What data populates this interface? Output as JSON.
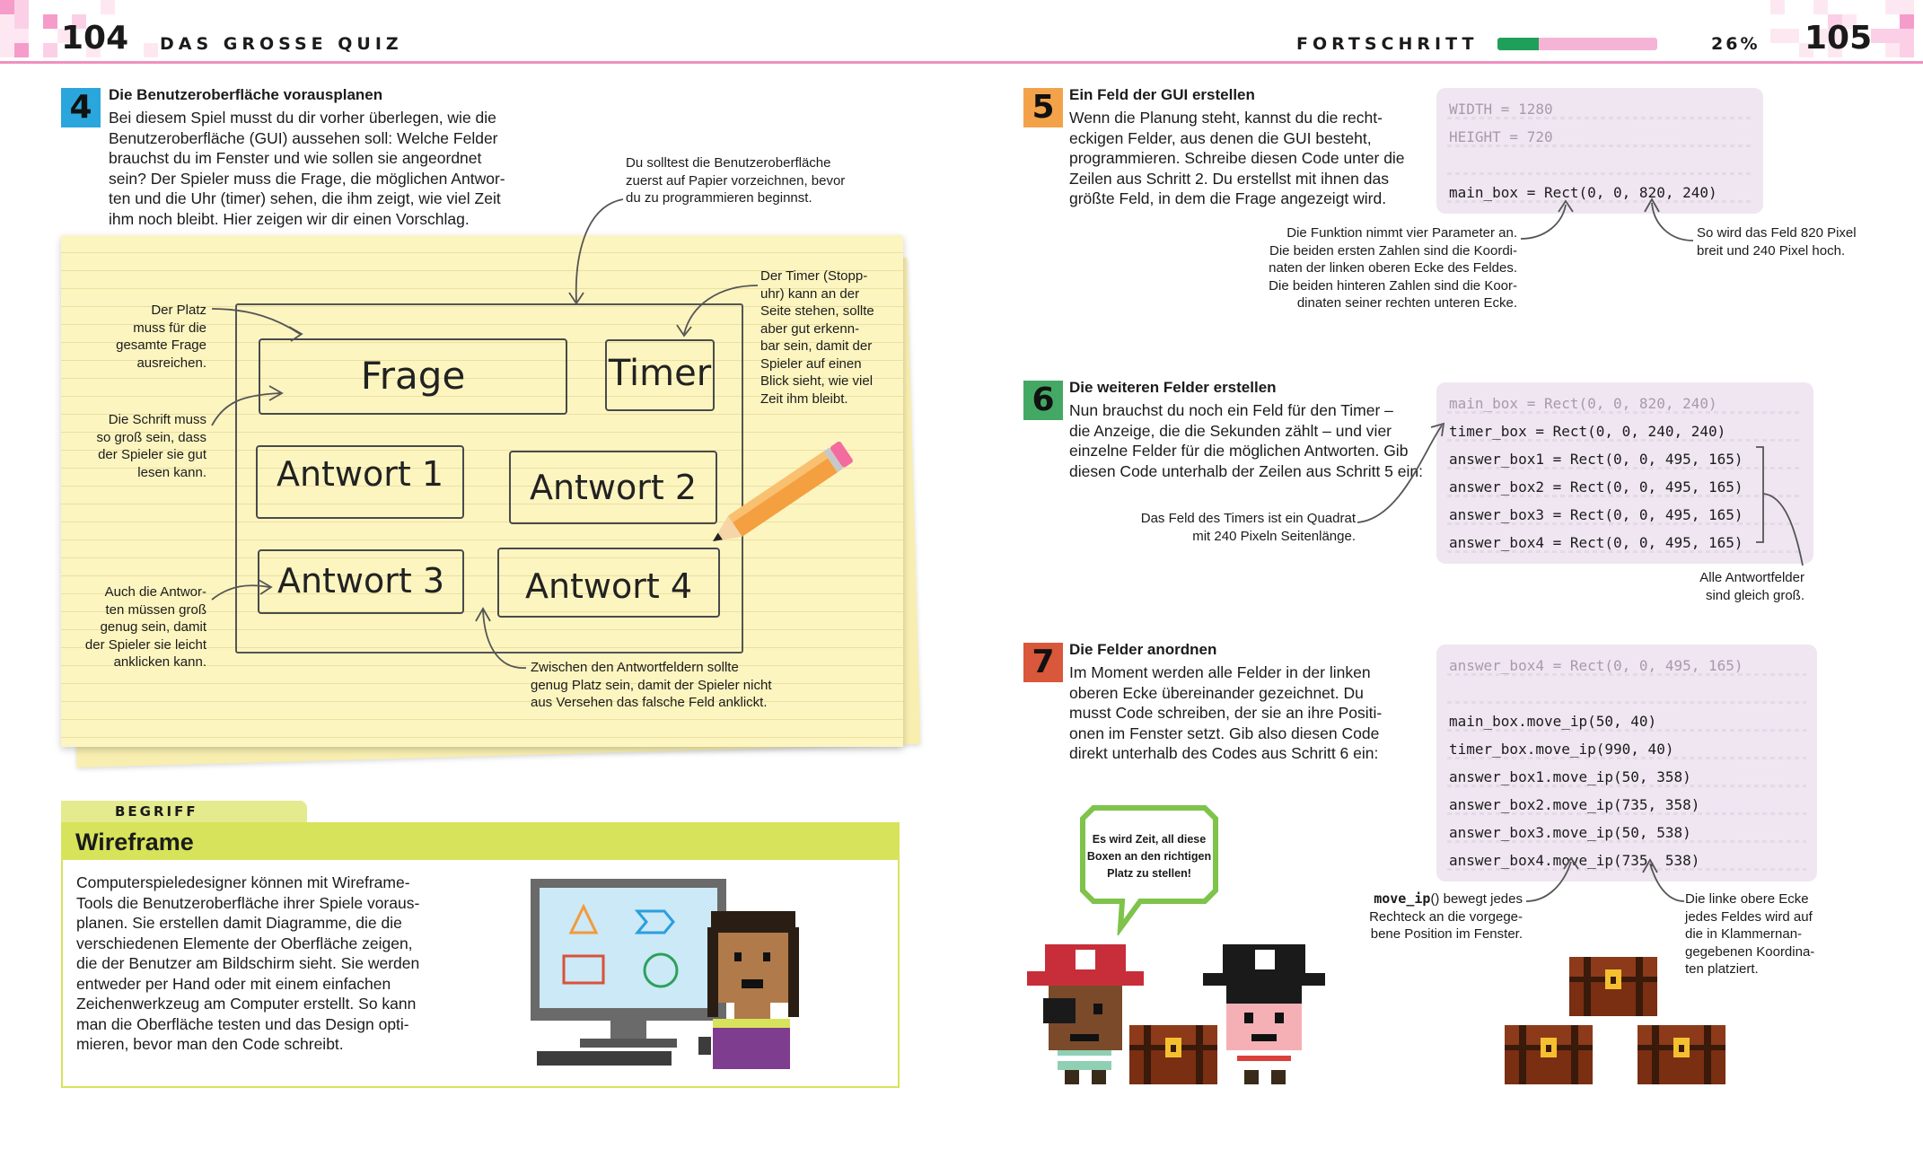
{
  "header": {
    "left_page_number": "104",
    "left_title": "DAS GROSSE QUIZ",
    "progress_label": "FORTSCHRITT",
    "progress_value": 0.26,
    "progress_percent": "26%",
    "right_page_number": "105"
  },
  "step4": {
    "number": "4",
    "title": "Die Benutzeroberfläche vorausplanen",
    "body": [
      "Bei diesem Spiel musst du dir vorher überlegen, wie die",
      "Benutzeroberfläche (GUI) aussehen soll: Welche Felder",
      "brauchst du im Fenster und wie sollen sie angeordnet",
      "sein? Der Spieler muss die Frage, die möglichen Antwor-",
      "ten und die Uhr (timer) sehen, die ihm zeigt, wie viel Zeit",
      "ihm noch bleibt. Hier zeigen wir dir einen Vorschlag."
    ],
    "callout_top": [
      "Du solltest die Benutzeroberfläche",
      "zuerst auf Papier vorzeichnen, bevor",
      "du zu programmieren beginnst."
    ],
    "callout_timer": [
      "Der Timer (Stopp-",
      "uhr) kann an der",
      "Seite stehen, sollte",
      "aber gut erkenn-",
      "bar sein, damit der",
      "Spieler auf einen",
      "Blick sieht, wie viel",
      "Zeit ihm bleibt."
    ],
    "callout_platz": [
      "Der Platz",
      "muss für die",
      "gesamte Frage",
      "ausreichen."
    ],
    "callout_schrift": [
      "Die Schrift muss",
      "so groß sein, dass",
      "der Spieler sie gut",
      "lesen kann."
    ],
    "callout_antworten": [
      "Auch die Antwor-",
      "ten müssen groß",
      "genug sein, damit",
      "der Spieler sie leicht",
      "anklicken kann."
    ],
    "callout_zwischen": [
      "Zwischen den Antwortfeldern sollte",
      "genug Platz sein, damit der Spieler nicht",
      "aus Versehen das falsche Feld anklickt."
    ],
    "sketch": {
      "frage": "Frage",
      "timer": "Timer",
      "antwort1": "Antwort 1",
      "antwort2": "Antwort 2",
      "antwort3": "Antwort 3",
      "antwort4": "Antwort 4"
    }
  },
  "begriff": {
    "tag": "BEGRIFF",
    "title": "Wireframe",
    "body": [
      "Computerspieledesigner können mit Wireframe-",
      "Tools die Benutzeroberfläche ihrer Spiele voraus-",
      "planen. Sie erstellen damit Diagramme, die die",
      "verschiedenen Elemente der Oberfläche zeigen,",
      "die der Benutzer am Bildschirm sieht. Sie werden",
      "entweder per Hand oder mit einem einfachen",
      "Zeichenwerkzeug am Computer erstellt. So kann",
      "man die Oberfläche testen und das Design opti-",
      "mieren, bevor man den Code schreibt."
    ]
  },
  "step5": {
    "number": "5",
    "title": "Ein Feld der GUI erstellen",
    "body": [
      "Wenn die Planung steht, kannst du die recht-",
      "eckigen Felder, aus denen die GUI besteht,",
      "programmieren. Schreibe diesen Code unter die",
      "Zeilen aus Schritt 2. Du erstellst mit ihnen das",
      "größte Feld, in dem die Frage angezeigt wird."
    ],
    "code": [
      {
        "text": "WIDTH = 1280",
        "dim": true
      },
      {
        "text": "HEIGHT = 720",
        "dim": true
      },
      {
        "text": "",
        "dim": true
      },
      {
        "text": "main_box = Rect(0, 0, 820, 240)",
        "dim": false
      }
    ],
    "note_left": [
      "Die Funktion nimmt vier Parameter an.",
      "Die beiden ersten Zahlen sind die Koordi-",
      "naten der linken oberen Ecke des Feldes.",
      "Die beiden hinteren Zahlen sind die Koor-",
      "dinaten seiner rechten unteren Ecke."
    ],
    "note_right": [
      "So wird das Feld 820 Pixel",
      "breit und 240 Pixel hoch."
    ]
  },
  "step6": {
    "number": "6",
    "title": "Die weiteren Felder erstellen",
    "body": [
      "Nun brauchst du noch ein Feld für den Timer –",
      "die Anzeige, die die Sekunden zählt – und vier",
      "einzelne Felder für die möglichen Antworten. Gib",
      "diesen Code unterhalb der Zeilen aus Schritt 5 ein:"
    ],
    "code": [
      {
        "text": "main_box = Rect(0, 0, 820, 240)",
        "dim": true
      },
      {
        "text": "timer_box = Rect(0, 0, 240, 240)",
        "dim": false
      },
      {
        "text": "answer_box1 = Rect(0, 0, 495, 165)",
        "dim": false
      },
      {
        "text": "answer_box2 = Rect(0, 0, 495, 165)",
        "dim": false
      },
      {
        "text": "answer_box3 = Rect(0, 0, 495, 165)",
        "dim": false
      },
      {
        "text": "answer_box4 = Rect(0, 0, 495, 165)",
        "dim": false
      }
    ],
    "note_left": [
      "Das Feld des Timers ist ein Quadrat",
      "mit 240 Pixeln Seitenlänge."
    ],
    "note_right": [
      "Alle Antwortfelder",
      "sind gleich groß."
    ]
  },
  "step7": {
    "number": "7",
    "title": "Die Felder anordnen",
    "body": [
      "Im Moment werden alle Felder in der linken",
      "oberen Ecke übereinander gezeichnet. Du",
      "musst Code schreiben, der sie an ihre Positi-",
      "onen im Fenster setzt. Gib also diesen Code",
      "direkt unterhalb des Codes aus Schritt 6 ein:"
    ],
    "code": [
      {
        "text": "answer_box4 = Rect(0, 0, 495, 165)",
        "dim": true
      },
      {
        "text": "",
        "dim": true
      },
      {
        "text": "main_box.move_ip(50, 40)",
        "dim": false
      },
      {
        "text": "timer_box.move_ip(990, 40)",
        "dim": false
      },
      {
        "text": "answer_box1.move_ip(50, 358)",
        "dim": false
      },
      {
        "text": "answer_box2.move_ip(735, 358)",
        "dim": false
      },
      {
        "text": "answer_box3.move_ip(50, 538)",
        "dim": false
      },
      {
        "text": "answer_box4.move_ip(735, 538)",
        "dim": false
      }
    ],
    "note_left_bold": "move_ip",
    "note_left_rest": "() bewegt jedes",
    "note_left": [
      "Rechteck an die vorgege-",
      "bene Position im Fenster."
    ],
    "note_right": [
      "Die linke obere Ecke",
      "jedes Feldes wird auf",
      "die in Klammernan-",
      "gegebenen Koordina-",
      "ten platziert."
    ],
    "speech": [
      "Es wird Zeit, all diese",
      "Boxen an den richtigen",
      "Platz zu stellen!"
    ]
  },
  "colors": {
    "accent_pink": "#f090c0",
    "progress_green": "#1ea05a",
    "step4": "#2aa6dc",
    "step5": "#f4a24a",
    "step6": "#43a864",
    "step7": "#d9573a",
    "begriff_bar": "#d7e35a"
  }
}
